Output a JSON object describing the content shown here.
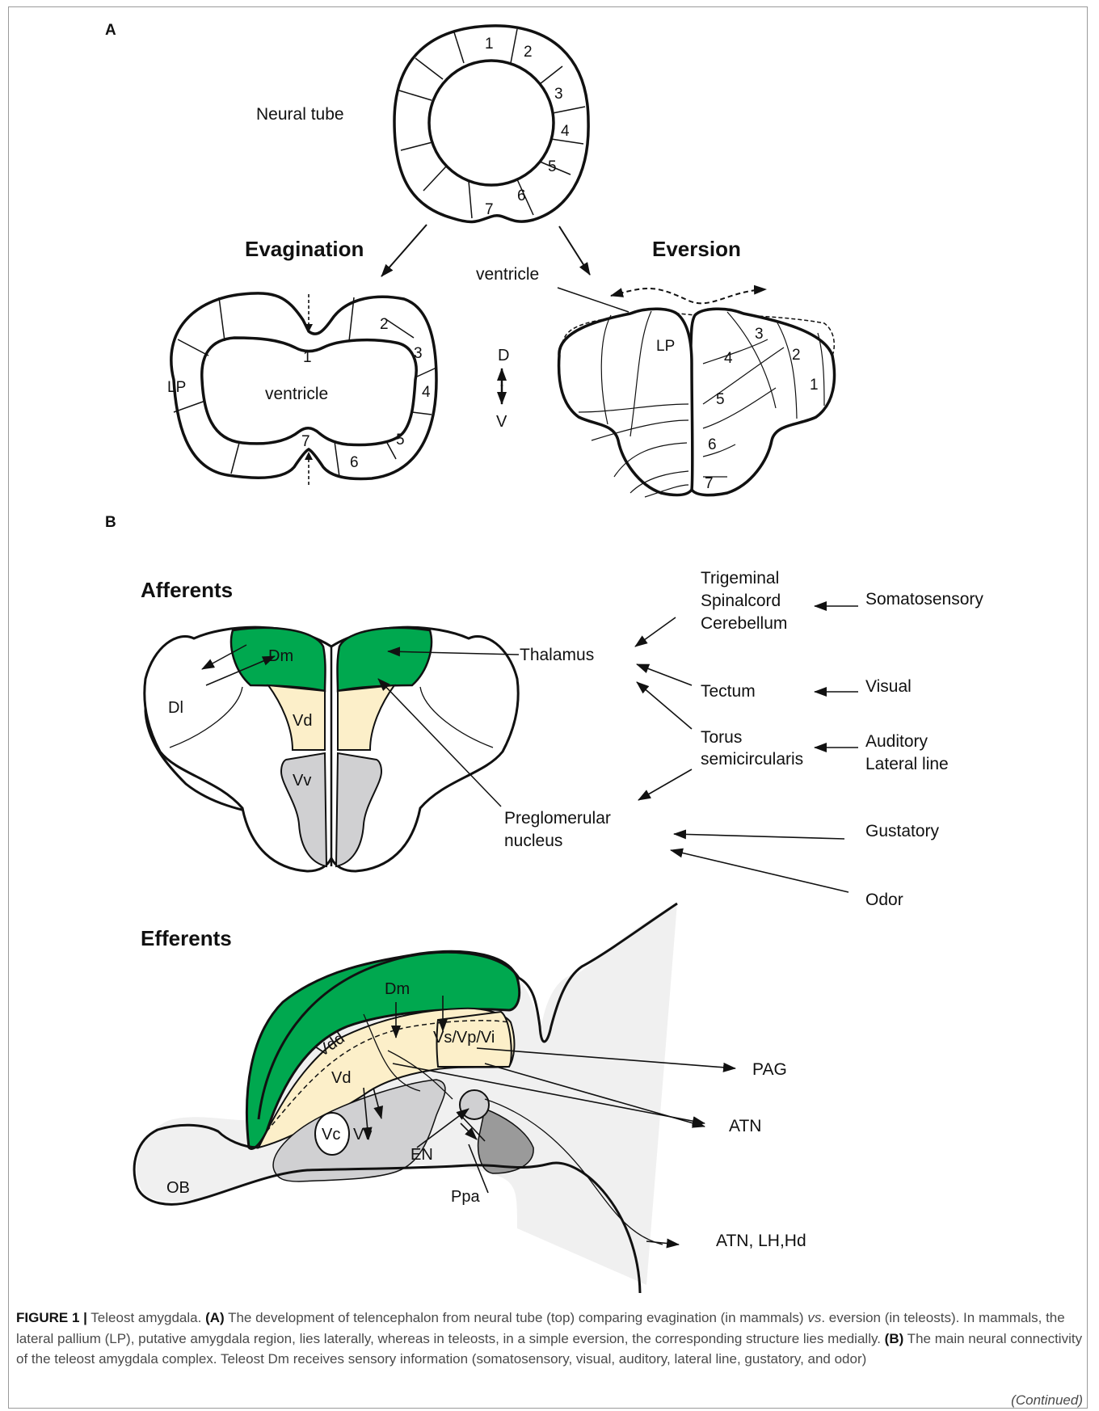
{
  "panel_a": {
    "label": "A",
    "neural_tube_label": "Neural tube",
    "tube_segments": [
      "1",
      "2",
      "3",
      "4",
      "5",
      "6",
      "7"
    ],
    "evagination_title": "Evagination",
    "eversion_title": "Eversion",
    "ventricle_top": "ventricle",
    "ventricle_inner": "ventricle",
    "evag_labels": {
      "lp": "LP",
      "s1": "1",
      "s2": "2",
      "s3": "3",
      "s4": "4",
      "s5": "5",
      "s6": "6",
      "s7": "7"
    },
    "axis_d": "D",
    "axis_v": "V",
    "ever_labels": {
      "lp": "LP",
      "s1": "1",
      "s2": "2",
      "s3": "3",
      "s4": "4",
      "s5": "5",
      "s6": "6",
      "s7": "7"
    }
  },
  "panel_b": {
    "label": "B",
    "afferents_title": "Afferents",
    "aff_dm": "Dm",
    "aff_dl": "Dl",
    "aff_vd": "Vd",
    "aff_vv": "Vv",
    "thalamus": "Thalamus",
    "preglomerular_1": "Preglomerular",
    "preglomerular_2": "nucleus",
    "trigeminal": "Trigeminal",
    "spinalcord": "Spinalcord",
    "cerebellum": "Cerebellum",
    "tectum": "Tectum",
    "torus_1": "Torus",
    "torus_2": "semicircularis",
    "somatosensory": "Somatosensory",
    "visual": "Visual",
    "auditory": "Auditory",
    "lateral_line": "Lateral line",
    "gustatory": "Gustatory",
    "odor": "Odor",
    "efferents_title": "Efferents",
    "eff_dm": "Dm",
    "eff_vs": "Vs/Vp/Vi",
    "eff_vdd": "Vdd",
    "eff_vd": "Vd",
    "eff_vc": "Vc",
    "eff_vv": "Vv",
    "eff_en": "EN",
    "eff_ppa": "Ppa",
    "eff_ob": "OB",
    "pag": "PAG",
    "atn": "ATN",
    "atn_lh_hd": "ATN, LH,Hd"
  },
  "colors": {
    "pallium_green": "#00a84f",
    "vd_cream": "#fcefc9",
    "vv_gray": "#d0d0d2",
    "ppa_gray": "#9a9a9a",
    "brain_bg": "#f0f0f0"
  },
  "caption": {
    "fig_label": "FIGURE 1 |",
    "title": " Teleost amygdala. ",
    "a_label": "(A)",
    "a_text_1": " The development of telencephalon from neural tube (top) comparing evagination (in mammals) ",
    "vs": "vs",
    "a_text_2": ". eversion (in teleosts). In mammals, the lateral pallium (LP), putative amygdala region, lies laterally, whereas in teleosts, in a simple eversion, the corresponding structure lies medially. ",
    "b_label": "(B)",
    "b_text": " The main neural connectivity of the teleost amygdala complex. Teleost Dm receives sensory information (somatosensory, visual, auditory, lateral line, gustatory, and odor)",
    "continued": "(Continued)"
  }
}
